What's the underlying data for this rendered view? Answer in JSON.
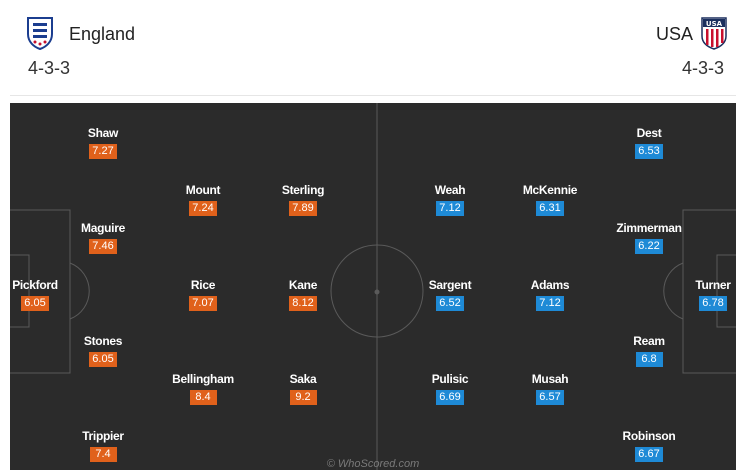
{
  "home": {
    "name": "England",
    "formation": "4-3-3",
    "crest_icon": "three-lions-crest-icon",
    "rating_color": "#e0611b"
  },
  "away": {
    "name": "USA",
    "formation": "4-3-3",
    "crest_icon": "usa-crest-icon",
    "rating_color": "#1e8ad6"
  },
  "home_players": [
    {
      "name": "Pickford",
      "rating": "6.05"
    },
    {
      "name": "Shaw",
      "rating": "7.27"
    },
    {
      "name": "Maguire",
      "rating": "7.46"
    },
    {
      "name": "Stones",
      "rating": "6.05"
    },
    {
      "name": "Trippier",
      "rating": "7.4"
    },
    {
      "name": "Mount",
      "rating": "7.24"
    },
    {
      "name": "Rice",
      "rating": "7.07"
    },
    {
      "name": "Bellingham",
      "rating": "8.4"
    },
    {
      "name": "Sterling",
      "rating": "7.89"
    },
    {
      "name": "Kane",
      "rating": "8.12"
    },
    {
      "name": "Saka",
      "rating": "9.2"
    }
  ],
  "away_players": [
    {
      "name": "Turner",
      "rating": "6.78"
    },
    {
      "name": "Dest",
      "rating": "6.53"
    },
    {
      "name": "Zimmerman",
      "rating": "6.22"
    },
    {
      "name": "Ream",
      "rating": "6.8"
    },
    {
      "name": "Robinson",
      "rating": "6.67"
    },
    {
      "name": "McKennie",
      "rating": "6.31"
    },
    {
      "name": "Adams",
      "rating": "7.12"
    },
    {
      "name": "Musah",
      "rating": "6.57"
    },
    {
      "name": "Weah",
      "rating": "7.12"
    },
    {
      "name": "Sargent",
      "rating": "6.52"
    },
    {
      "name": "Pulisic",
      "rating": "6.69"
    }
  ],
  "watermark": "© WhoScored.com"
}
